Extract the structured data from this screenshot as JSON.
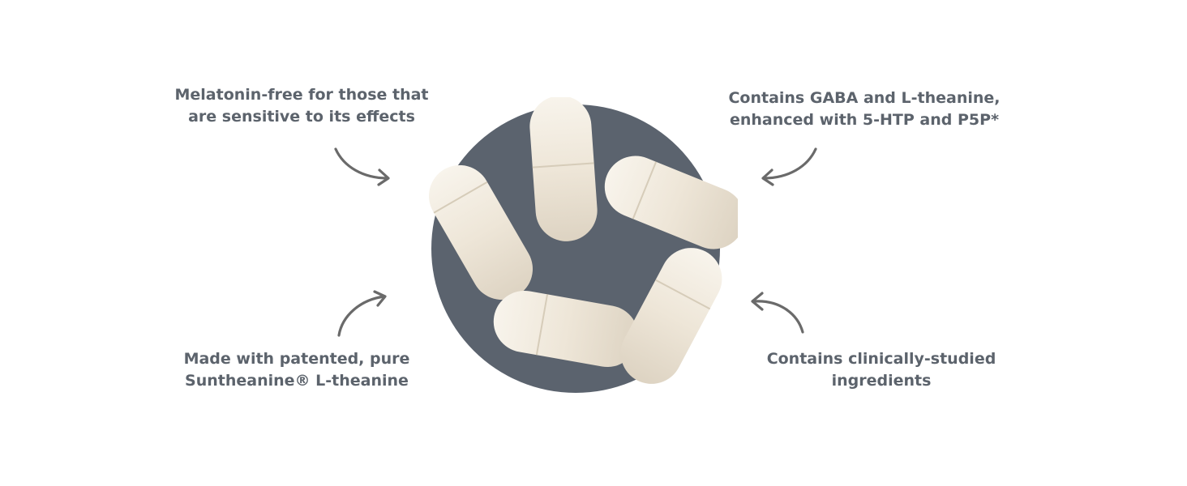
{
  "callouts": {
    "top_left": {
      "line1": "Melatonin-free for those that",
      "line2": "are sensitive to its effects"
    },
    "top_right": {
      "line1": "Contains GABA and L-theanine,",
      "line2": "enhanced with 5-HTP and P5P*"
    },
    "bottom_left": {
      "line1": "Made with patented, pure",
      "line2": "Suntheanine® L-theanine"
    },
    "bottom_right": {
      "line1": "Contains clinically-studied",
      "line2": "ingredients"
    }
  },
  "colors": {
    "text": "#5c636c",
    "arrow": "#6a6a6a",
    "disc": "#5b636e",
    "capsule": "#efe8dc",
    "background": "#ffffff"
  },
  "icons": [
    "curved-arrow-icon",
    "capsule-icon"
  ]
}
